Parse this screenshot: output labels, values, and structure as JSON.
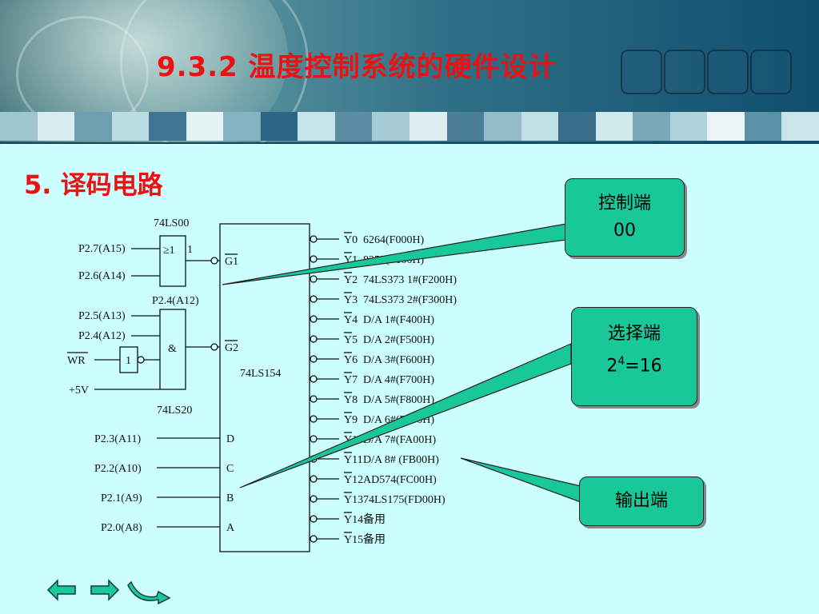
{
  "slide": {
    "title": "9.3.2  温度控制系统的硬件设计",
    "subtitle": "5. 译码电路",
    "colors": {
      "title": "#ee1111",
      "background": "#ccffff",
      "callout": "#19c899"
    }
  },
  "callouts": {
    "control": {
      "line1": "控制端",
      "line2": "00"
    },
    "select": {
      "line1": "选择端",
      "line2_base": "2",
      "line2_sup": "4",
      "line2_rest": "=16"
    },
    "output": {
      "line1": "输出端"
    }
  },
  "circuit": {
    "nand_chip": "74LS00",
    "nand_symbol": "≥1",
    "nand_out": "1",
    "and_chip": "74LS20",
    "and_symbol": "&",
    "and_top_label": "P2.4(A12)",
    "not_symbol": "1",
    "decoder": "74LS154",
    "inputs": {
      "p27": "P2.7(A15)",
      "p26": "P2.6(A14)",
      "p25": "P2.5(A13)",
      "p24": "P2.4(A12)",
      "wr": "WR",
      "vcc": "+5V",
      "p23": "P2.3(A11)",
      "p22": "P2.2(A10)",
      "p21": "P2.1(A9)",
      "p20": "P2.0(A8)"
    },
    "pins": {
      "g1": "G1",
      "g2": "G2",
      "d": "D",
      "c": "C",
      "b": "B",
      "a": "A"
    },
    "outputs": [
      {
        "pin": "Y0",
        "desc": "6264(F000H)"
      },
      {
        "pin": "Y1",
        "desc": "8255(F100H)"
      },
      {
        "pin": "Y2",
        "desc": "74LS373 1#(F200H)"
      },
      {
        "pin": "Y3",
        "desc": "74LS373 2#(F300H)"
      },
      {
        "pin": "Y4",
        "desc": "D/A 1#(F400H)"
      },
      {
        "pin": "Y5",
        "desc": "D/A 2#(F500H)"
      },
      {
        "pin": "Y6",
        "desc": "D/A 3#(F600H)"
      },
      {
        "pin": "Y7",
        "desc": "D/A 4#(F700H)"
      },
      {
        "pin": "Y8",
        "desc": "D/A 5#(F800H)"
      },
      {
        "pin": "Y9",
        "desc": "D/A 6#(F900H)"
      },
      {
        "pin": "Y10",
        "desc": "D/A 7#(FA00H)"
      },
      {
        "pin": "Y11",
        "desc": "D/A 8# (FB00H)"
      },
      {
        "pin": "Y12",
        "desc": "AD574(FC00H)"
      },
      {
        "pin": "Y13",
        "desc": "74LS175(FD00H)"
      },
      {
        "pin": "Y14",
        "desc": "备用"
      },
      {
        "pin": "Y15",
        "desc": "备用"
      }
    ]
  },
  "nav": {
    "back": "left-arrow-icon",
    "forward": "right-arrow-icon",
    "return": "return-arrow-icon"
  }
}
